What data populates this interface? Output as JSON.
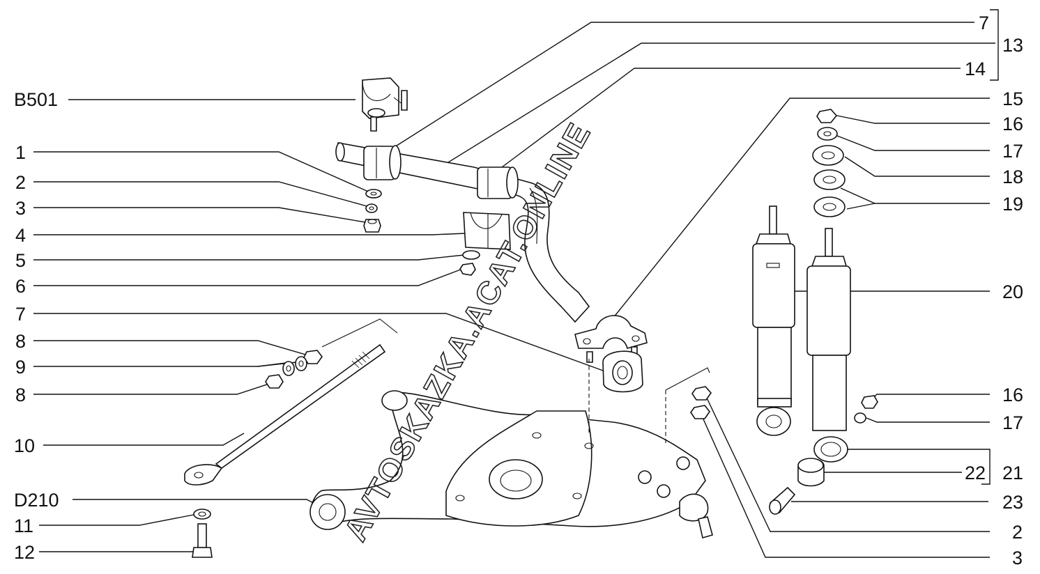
{
  "labels": {
    "left": [
      "B501",
      "1",
      "2",
      "3",
      "4",
      "5",
      "6",
      "7",
      "8",
      "9",
      "8",
      "10",
      "D210",
      "11",
      "12"
    ],
    "right": [
      "7",
      "13",
      "14",
      "15",
      "16",
      "17",
      "18",
      "19",
      "20",
      "16",
      "17",
      "22",
      "21",
      "23",
      "2",
      "3"
    ]
  },
  "watermark": "AVTOSKAZKA.ACAT.ONLINE"
}
